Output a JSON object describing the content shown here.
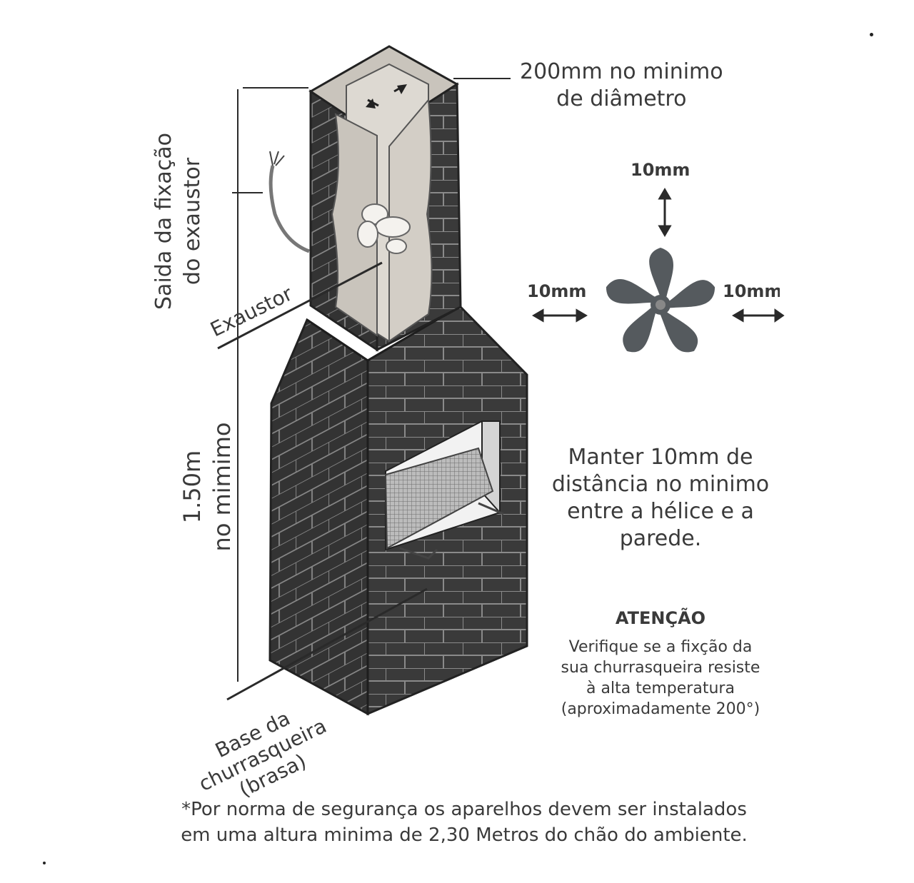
{
  "labels": {
    "chimney_exit": [
      "Saida da fixação",
      "do exaustor"
    ],
    "exhauster": "Exaustor",
    "height_min": [
      "1.50m",
      "no mimimo"
    ],
    "bbq_base": [
      "Base da",
      "churrasqueira",
      "(brasa)"
    ],
    "diameter_note": [
      "200mm no minimo",
      "de diâmetro"
    ],
    "gap_top": "10mm",
    "gap_left": "10mm",
    "gap_right": "10mm"
  },
  "notes": {
    "keep_distance": [
      "Manter 10mm de",
      "distância no minimo",
      "entre a hélice  e a",
      "parede."
    ],
    "attention_title": "ATENÇÃO",
    "attention_body": [
      "Verifique se a fixção da",
      "sua churrasqueira resiste",
      "à alta temperatura",
      "(aproximadamente 200°)"
    ]
  },
  "footnote": [
    "*Por norma de segurança os aparelhos devem ser instalados",
    "em uma altura minima de 2,30 Metros do chão do ambiente."
  ],
  "colors": {
    "brick": "#3a3a3a",
    "mortar": "#8a8a8a",
    "liner": "#c9c4bc",
    "liner_light": "#ddd9d2",
    "fan": "#555a5e",
    "text": "#3a3a3a"
  },
  "icons": [
    "fan-icon",
    "double-arrow-icon",
    "cable-icon",
    "grill-grate-icon"
  ]
}
